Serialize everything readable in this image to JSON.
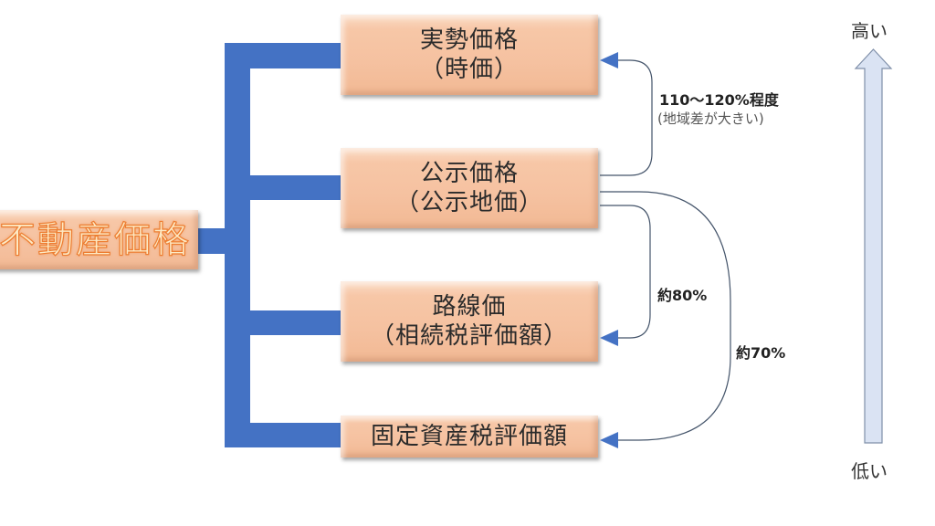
{
  "diagram": {
    "root": {
      "label": "不動産価格"
    },
    "nodes": [
      {
        "id": "market",
        "line1": "実勢価格",
        "line2": "（時価）"
      },
      {
        "id": "public",
        "line1": "公示価格",
        "line2": "（公示地価）"
      },
      {
        "id": "route",
        "line1": "路線価",
        "line2": "（相続税評価額）"
      },
      {
        "id": "fixed",
        "line1": "固定資産税評価額",
        "line2": ""
      }
    ],
    "relations": [
      {
        "from": "public",
        "to": "market",
        "label": "110〜120%程度",
        "note": "(地域差が大きい)"
      },
      {
        "from": "public",
        "to": "route",
        "label": "約80%",
        "note": ""
      },
      {
        "from": "public",
        "to": "fixed",
        "label": "約70%",
        "note": ""
      }
    ],
    "scale": {
      "high": "高い",
      "low": "低い",
      "arrow_icon": "up-arrow-icon"
    },
    "colors": {
      "bracket": "#4472C4",
      "box_fill": "#F8CBAD",
      "root_text_outline": "#ED7D31",
      "curve": "#44546A",
      "scale_arrow_fill": "#DAE3F3",
      "scale_arrow_stroke": "#7F8FA9"
    }
  }
}
